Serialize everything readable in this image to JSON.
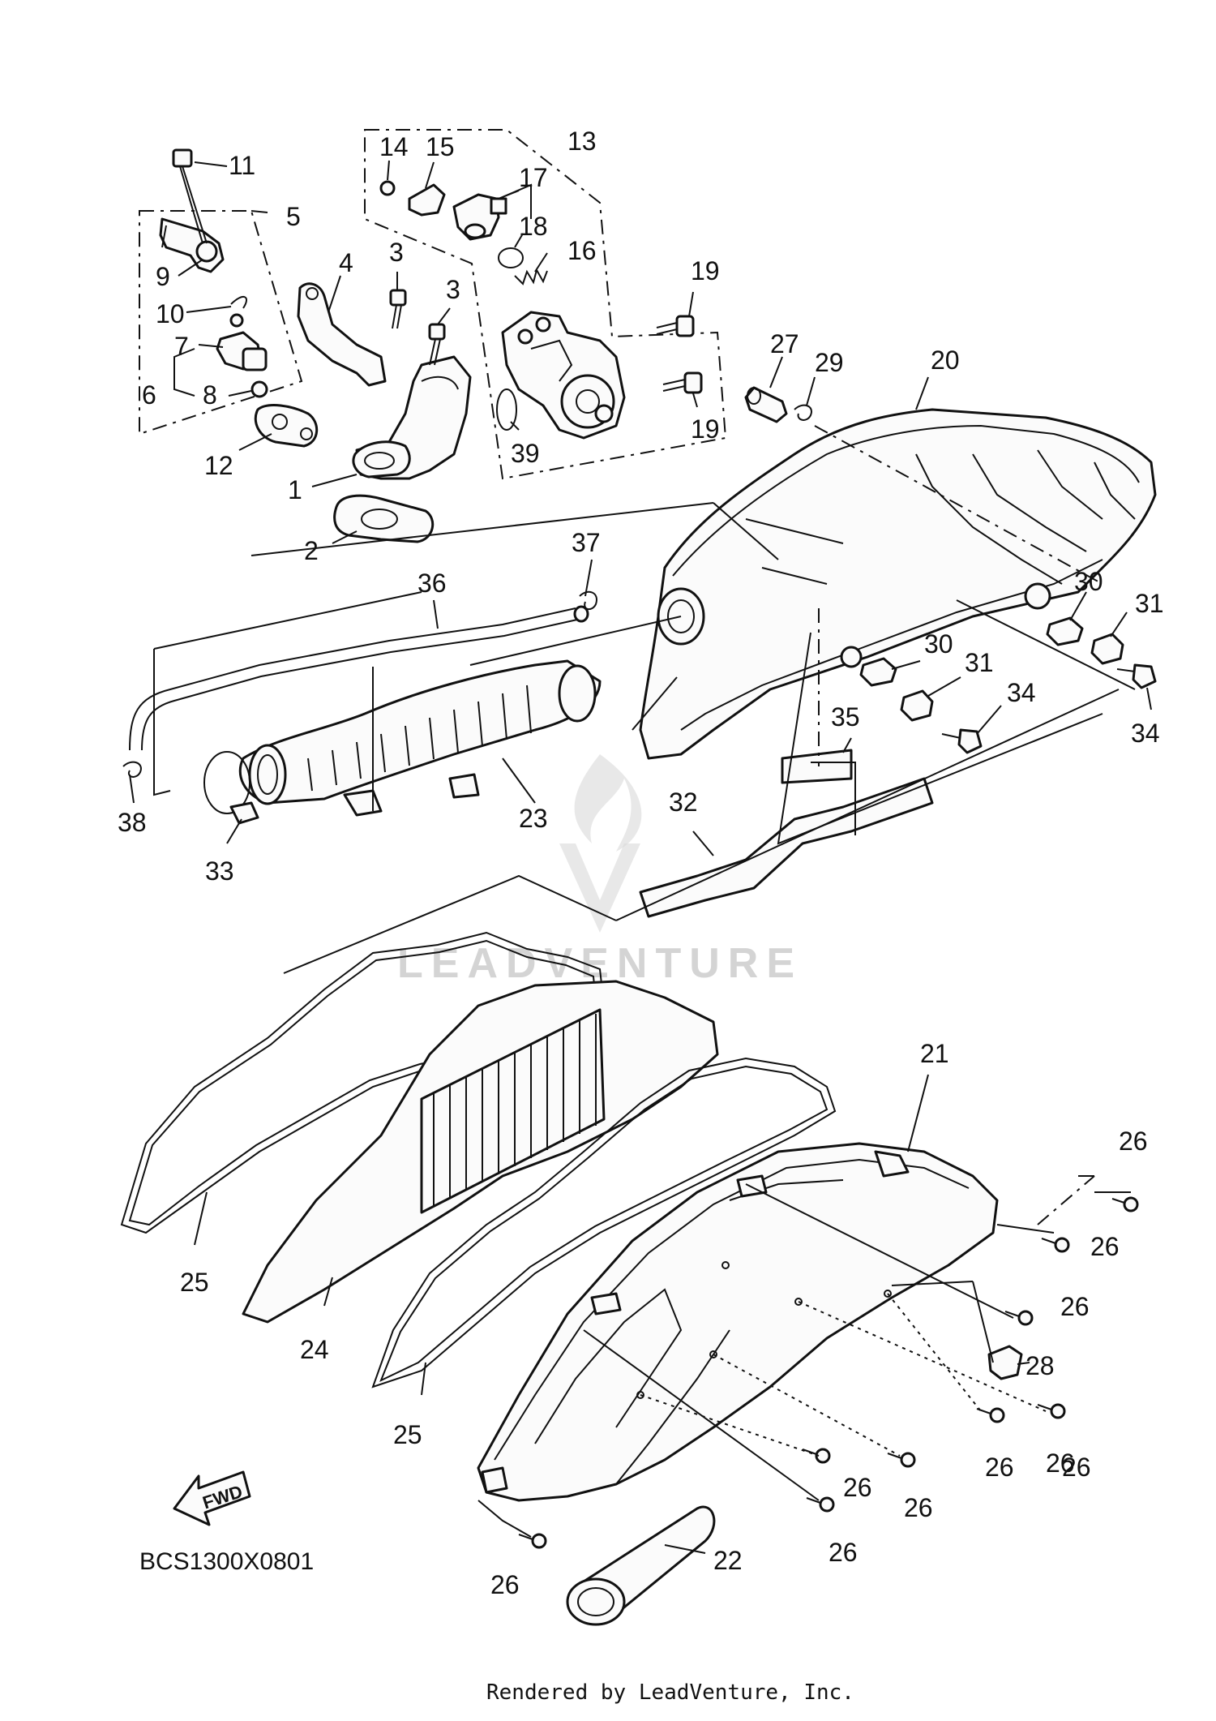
{
  "diagram": {
    "code": "BCS1300X0801",
    "footer": "Rendered by LeadVenture, Inc.",
    "watermark": "LEADVENTURE",
    "fwd_label": "FWD"
  },
  "labels": [
    {
      "id": "1",
      "text": "1"
    },
    {
      "id": "2",
      "text": "2"
    },
    {
      "id": "3a",
      "text": "3"
    },
    {
      "id": "3b",
      "text": "3"
    },
    {
      "id": "4",
      "text": "4"
    },
    {
      "id": "5",
      "text": "5"
    },
    {
      "id": "6",
      "text": "6"
    },
    {
      "id": "7",
      "text": "7"
    },
    {
      "id": "8",
      "text": "8"
    },
    {
      "id": "9",
      "text": "9"
    },
    {
      "id": "10",
      "text": "10"
    },
    {
      "id": "11",
      "text": "11"
    },
    {
      "id": "12",
      "text": "12"
    },
    {
      "id": "13",
      "text": "13"
    },
    {
      "id": "14",
      "text": "14"
    },
    {
      "id": "15",
      "text": "15"
    },
    {
      "id": "16",
      "text": "16"
    },
    {
      "id": "17",
      "text": "17"
    },
    {
      "id": "18",
      "text": "18"
    },
    {
      "id": "19a",
      "text": "19"
    },
    {
      "id": "19b",
      "text": "19"
    },
    {
      "id": "20",
      "text": "20"
    },
    {
      "id": "21",
      "text": "21"
    },
    {
      "id": "22",
      "text": "22"
    },
    {
      "id": "23",
      "text": "23"
    },
    {
      "id": "24",
      "text": "24"
    },
    {
      "id": "25a",
      "text": "25"
    },
    {
      "id": "25b",
      "text": "25"
    },
    {
      "id": "26a",
      "text": "26"
    },
    {
      "id": "26b",
      "text": "26"
    },
    {
      "id": "26c",
      "text": "26"
    },
    {
      "id": "26d",
      "text": "26"
    },
    {
      "id": "26e",
      "text": "26"
    },
    {
      "id": "26f",
      "text": "26"
    },
    {
      "id": "26g",
      "text": "26"
    },
    {
      "id": "26h",
      "text": "26"
    },
    {
      "id": "26i",
      "text": "26"
    },
    {
      "id": "26j",
      "text": "26"
    },
    {
      "id": "27",
      "text": "27"
    },
    {
      "id": "28",
      "text": "28"
    },
    {
      "id": "29",
      "text": "29"
    },
    {
      "id": "30a",
      "text": "30"
    },
    {
      "id": "30b",
      "text": "30"
    },
    {
      "id": "31a",
      "text": "31"
    },
    {
      "id": "31b",
      "text": "31"
    },
    {
      "id": "32",
      "text": "32"
    },
    {
      "id": "33",
      "text": "33"
    },
    {
      "id": "34a",
      "text": "34"
    },
    {
      "id": "34b",
      "text": "34"
    },
    {
      "id": "35",
      "text": "35"
    },
    {
      "id": "36",
      "text": "36"
    },
    {
      "id": "37",
      "text": "37"
    },
    {
      "id": "38",
      "text": "38"
    },
    {
      "id": "39",
      "text": "39"
    }
  ]
}
